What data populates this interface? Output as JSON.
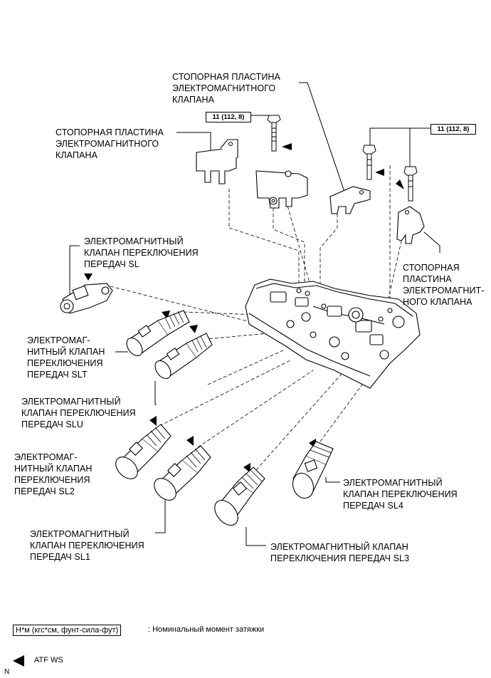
{
  "labels": {
    "plate_top": "СТОПОРНАЯ ПЛАСТИНА\nЭЛЕКТРОМАГНИТНОГО\nКЛАПАНА",
    "plate_left": "СТОПОРНАЯ ПЛАСТИНА\nЭЛЕКТРОМАГНИТНОГО\nКЛАПАНА",
    "plate_right": "СТОПОРНАЯ\nПЛАСТИНА\nЭЛЕКТРОМАГНИТ-\nНОГО КЛАПАНА",
    "solenoid_sl": "ЭЛЕКТРОМАГНИТНЫЙ\nКЛАПАН ПЕРЕКЛЮЧЕНИЯ\nПЕРЕДАЧ SL",
    "solenoid_slt": "ЭЛЕКТРОМАГ-\nНИТНЫЙ КЛАПАН\nПЕРЕКЛЮЧЕНИЯ\nПЕРЕДАЧ SLT",
    "solenoid_slu": "ЭЛЕКТРОМАГНИТНЫЙ\nКЛАПАН ПЕРЕКЛЮЧЕНИЯ\nПЕРЕДАЧ SLU",
    "solenoid_sl2": "ЭЛЕКТРОМАГ-\nНИТНЫЙ КЛАПАН\nПЕРЕКЛЮЧЕНИЯ\nПЕРЕДАЧ SL2",
    "solenoid_sl1": "ЭЛЕКТРОМАГНИТНЫЙ\nКЛАПАН ПЕРЕКЛЮЧЕНИЯ\nПЕРЕДАЧ SL1",
    "solenoid_sl3": "ЭЛЕКТРОМАГНИТНЫЙ КЛАПАН\nПЕРЕКЛЮЧЕНИЯ ПЕРЕДАЧ SL3",
    "solenoid_sl4": "ЭЛЕКТРОМАГНИТНЫЙ\nКЛАПАН ПЕРЕКЛЮЧЕНИЯ\nПЕРЕДАЧ SL4"
  },
  "torque": {
    "left": "11 (112, 8)",
    "right": "11 (112, 8)"
  },
  "legend": {
    "unit": "Н*м (кгс*см, фунт-сила-фут)",
    "desc": ": Номинальный момент затяжки",
    "atf": "ATF WS"
  },
  "corner_mark": "N"
}
